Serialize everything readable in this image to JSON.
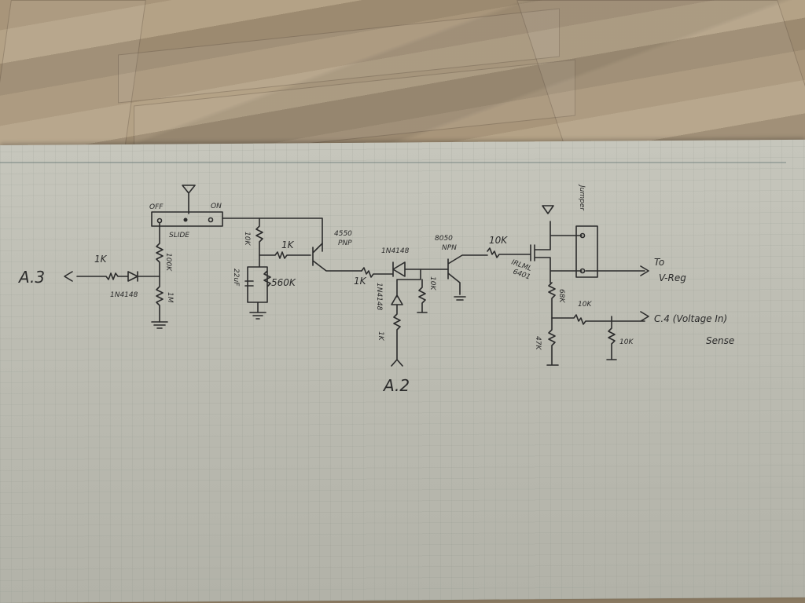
{
  "scene": {
    "description": "Photo of a hand-drawn circuit schematic on graph paper resting on a parquet wood floor",
    "background": "parquet wood floor",
    "medium": "pencil on graph paper"
  },
  "schematic": {
    "switch": {
      "off_label": "OFF",
      "on_label": "ON",
      "type_label": "SLIDE"
    },
    "left_branch": {
      "output_label": "A.3",
      "series_resistor": "1K",
      "diode": "1N4148",
      "upper_resistor": "100K",
      "lower_resistor": "1M"
    },
    "rc_network": {
      "pullup_resistor": "10K",
      "base_resistor": "1K",
      "capacitor": "22uF",
      "parallel_resistor": "560K"
    },
    "pnp_transistor": {
      "part": "4550",
      "type": "PNP"
    },
    "middle_branch": {
      "collector_resistor": "1K",
      "diode_top": "1N4148",
      "diode_input": "1N4148",
      "input_resistor": "1K",
      "input_label": "A.2",
      "pulldown_resistor": "10K"
    },
    "npn_transistor": {
      "part": "8050",
      "type": "NPN"
    },
    "mosfet": {
      "gate_resistor": "10K",
      "part": "IRLML",
      "part_number": "6401"
    },
    "jumper": {
      "label": "Jumper"
    },
    "regulator_output": {
      "to_label": "To",
      "target_label": "V-Reg"
    },
    "voltage_sense": {
      "upper_resistor": "68K",
      "lower_resistor": "47K",
      "series_resistor": "10K",
      "pulldown_resistor": "10K",
      "output_label": "C.4 (Voltage In)",
      "sense_label": "Sense"
    }
  }
}
